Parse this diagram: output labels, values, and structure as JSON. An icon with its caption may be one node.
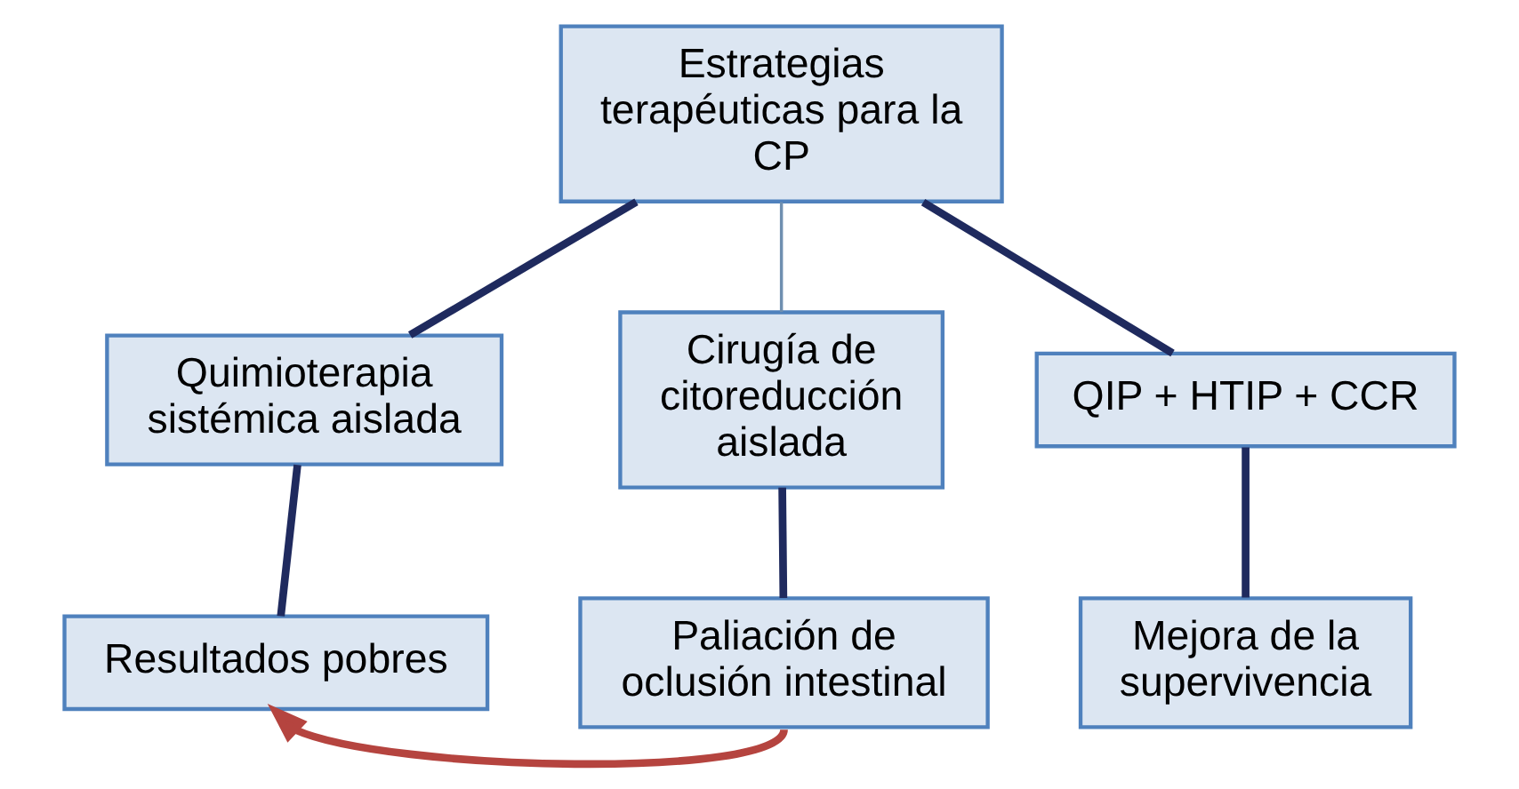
{
  "diagram": {
    "nodes": [
      {
        "text": [
          "Estrategias terapéuticas para la CP"
        ]
      },
      {
        "text": [
          "Quimioterapia sistémica aislada"
        ]
      },
      {
        "text": [
          "Cirugía de citoreducción aislada"
        ]
      },
      {
        "text": [
          "QIP + HTIP + CCR"
        ]
      },
      {
        "text": [
          "Resultados pobres"
        ]
      },
      {
        "text": [
          "Paliación de oclusión intestinal"
        ]
      },
      {
        "text": [
          "Mejora de la supervivencia"
        ]
      }
    ],
    "edges": [
      {
        "from": 0,
        "to": 1,
        "arrow": "none"
      },
      {
        "from": 0,
        "to": 2,
        "arrow": "none",
        "color": "#6f8fb0"
      },
      {
        "from": 0,
        "to": 3,
        "arrow": "none"
      },
      {
        "from": 1,
        "to": 4,
        "arrow": "none"
      },
      {
        "from": 2,
        "to": 5,
        "arrow": "none"
      },
      {
        "from": 3,
        "to": 6,
        "arrow": "none"
      },
      {
        "from": 5,
        "to": 4,
        "arrow": "to",
        "color": "#b5443f"
      }
    ]
  }
}
